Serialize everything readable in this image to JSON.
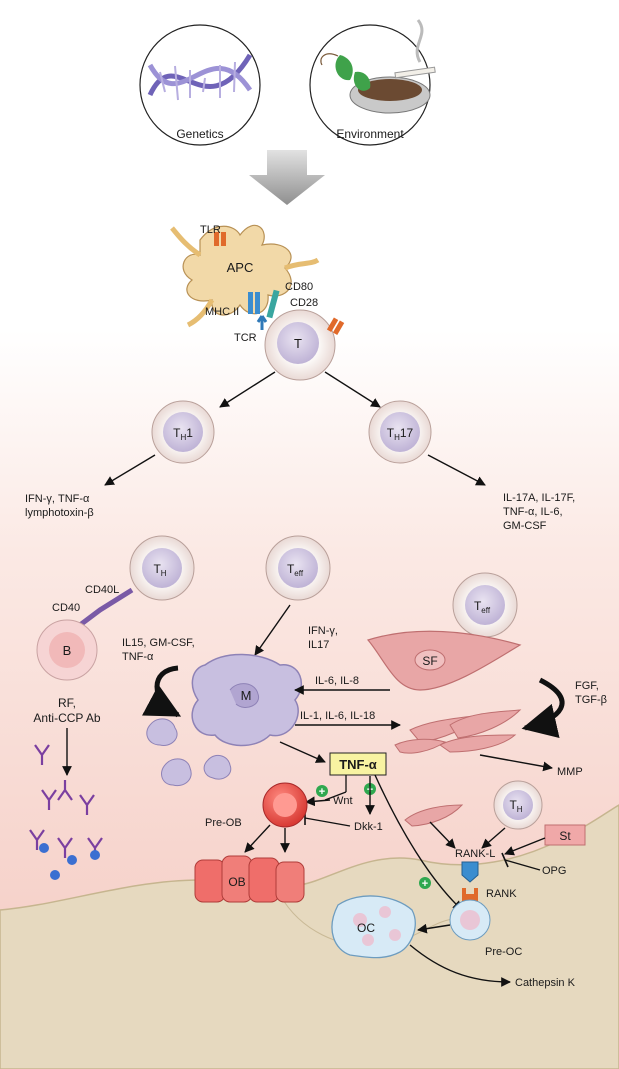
{
  "top": {
    "genetics": "Genetics",
    "environment": "Environment"
  },
  "apc": {
    "name": "APC",
    "tlr": "TLR",
    "cd80": "CD80",
    "cd28": "CD28",
    "mhc": "MHC II",
    "tcr": "TCR",
    "t": "T"
  },
  "th1": {
    "main": "T",
    "sub": "H",
    "tail": "1"
  },
  "th17": {
    "main": "T",
    "sub": "H",
    "tail": "17"
  },
  "th1_out": [
    "IFN-γ, TNF-α",
    "lymphotoxin-β"
  ],
  "th17_out": [
    "IL-17A, IL-17F,",
    "TNF-α, IL-6,",
    "GM-CSF"
  ],
  "th_helper": {
    "main": "T",
    "sub": "H"
  },
  "teff": {
    "main": "T",
    "sub": "eff"
  },
  "cd40l": "CD40L",
  "cd40": "CD40",
  "b": "B",
  "b_out": [
    "RF,",
    "Anti-CCP Ab"
  ],
  "il15": [
    "IL15, GM-CSF,",
    "TNF-α"
  ],
  "teff_out": [
    "IFN-γ,",
    "IL17"
  ],
  "m": "M",
  "sf": "SF",
  "sf_out": [
    "FGF,",
    "TGF-β"
  ],
  "il6_8": "IL-6, IL-8",
  "il1": "IL-1, IL-6, IL-18",
  "tnf": "TNF-α",
  "mmp": "MMP",
  "wnt": "Wnt",
  "dkk": "Dkk-1",
  "preob": "Pre-OB",
  "ob": "OB",
  "th_bottom": {
    "main": "T",
    "sub": "H"
  },
  "st": "St",
  "rankl": "RANK-L",
  "opg": "OPG",
  "rank": "RANK",
  "oc": "OC",
  "preoc": "Pre-OC",
  "cathepsin": "Cathepsin K"
}
